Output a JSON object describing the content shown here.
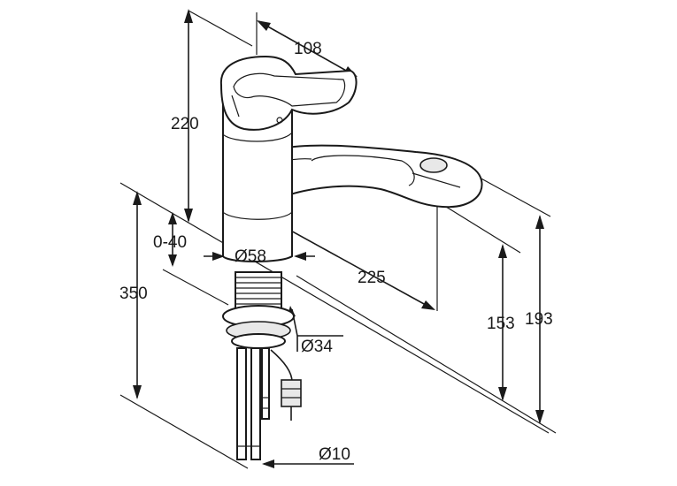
{
  "dimensions": {
    "spout_reach_top": "108",
    "total_height": "220",
    "panel_thickness": "0-40",
    "body_diameter": "Ø58",
    "spout_reach": "225",
    "hose_length": "350",
    "mount_hole_diameter": "Ø34",
    "outlet_height": "153",
    "spout_height": "193",
    "supply_diameter": "Ø10"
  }
}
